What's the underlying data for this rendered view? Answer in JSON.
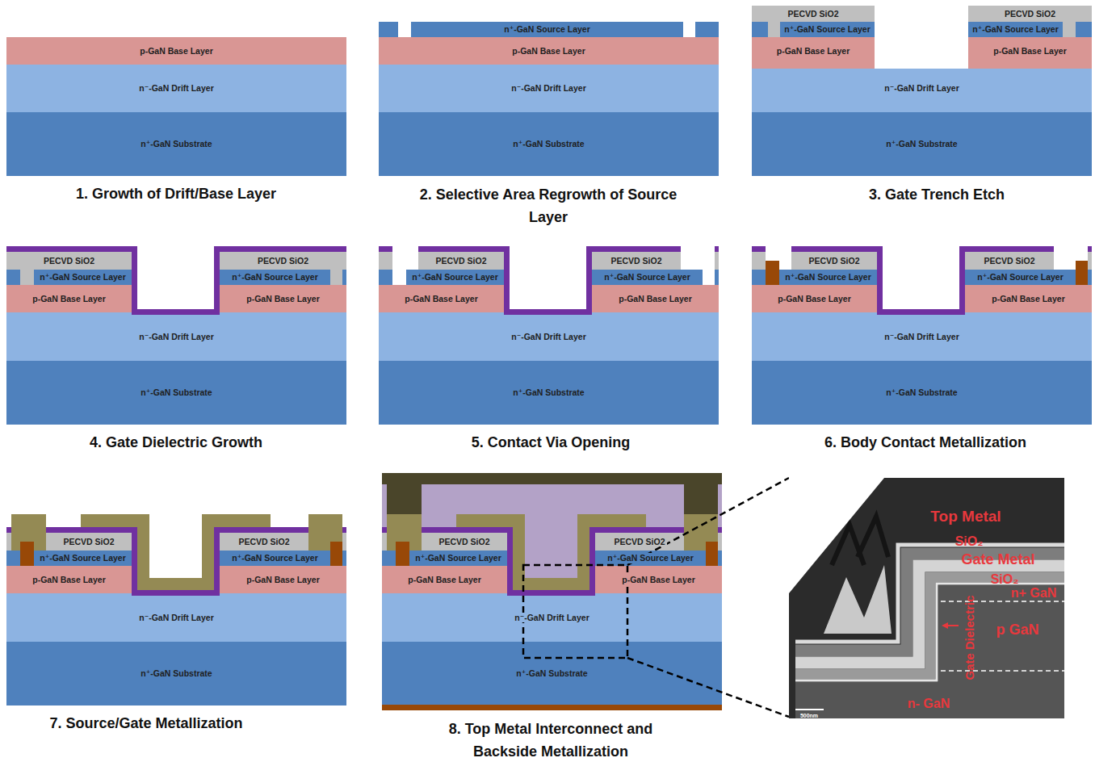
{
  "diagram": {
    "nodes": [
      {
        "text": [
          "p-GaN Base Layer"
        ]
      },
      {
        "text": [
          "n⁻-GaN Drift Layer"
        ]
      },
      {
        "text": [
          "n⁺-GaN Substrate"
        ]
      },
      {
        "text": [
          "n⁺-GaN Source Layer"
        ]
      },
      {
        "text": [
          "p-GaN Base Layer"
        ]
      },
      {
        "text": [
          "n⁻-GaN Drift Layer"
        ]
      },
      {
        "text": [
          "n⁺-GaN Substrate"
        ]
      },
      {
        "text": [
          "PECVD SiO2"
        ]
      },
      {
        "text": [
          "PECVD SiO2"
        ]
      },
      {
        "text": [
          "n⁺-GaN Source Layer"
        ]
      },
      {
        "text": [
          "n⁺-GaN Source Layer"
        ]
      },
      {
        "text": [
          "p-GaN Base Layer"
        ]
      },
      {
        "text": [
          "p-GaN Base Layer"
        ]
      },
      {
        "text": [
          "n⁻-GaN Drift Layer"
        ]
      },
      {
        "text": [
          "n⁺-GaN Substrate"
        ]
      },
      {
        "text": [
          "PECVD SiO2"
        ]
      },
      {
        "text": [
          "PECVD SiO2"
        ]
      },
      {
        "text": [
          "n⁺-GaN Source Layer"
        ]
      },
      {
        "text": [
          "n⁺-GaN Source Layer"
        ]
      },
      {
        "text": [
          "p-GaN Base Layer"
        ]
      },
      {
        "text": [
          "p-GaN Base Layer"
        ]
      },
      {
        "text": [
          "n⁻-GaN Drift Layer"
        ]
      },
      {
        "text": [
          "n⁺-GaN Substrate"
        ]
      },
      {
        "text": [
          "PECVD SiO2"
        ]
      },
      {
        "text": [
          "PECVD SiO2"
        ]
      },
      {
        "text": [
          "n⁺-GaN Source Layer"
        ]
      },
      {
        "text": [
          "n⁺-GaN Source Layer"
        ]
      },
      {
        "text": [
          "p-GaN Base Layer"
        ]
      },
      {
        "text": [
          "p-GaN Base Layer"
        ]
      },
      {
        "text": [
          "n⁻-GaN Drift Layer"
        ]
      },
      {
        "text": [
          "n⁺-GaN Substrate"
        ]
      },
      {
        "text": [
          "PECVD SiO2"
        ]
      },
      {
        "text": [
          "PECVD SiO2"
        ]
      },
      {
        "text": [
          "n⁺-GaN Source Layer"
        ]
      },
      {
        "text": [
          "n⁺-GaN Source Layer"
        ]
      },
      {
        "text": [
          "p-GaN Base Layer"
        ]
      },
      {
        "text": [
          "p-GaN Base Layer"
        ]
      },
      {
        "text": [
          "n⁻-GaN Drift Layer"
        ]
      },
      {
        "text": [
          "n⁺-GaN Substrate"
        ]
      },
      {
        "text": [
          "PECVD SiO2"
        ]
      },
      {
        "text": [
          "PECVD SiO2"
        ]
      },
      {
        "text": [
          "n⁺-GaN Source Layer"
        ]
      },
      {
        "text": [
          "n⁺-GaN Source Layer"
        ]
      },
      {
        "text": [
          "p-GaN Base Layer"
        ]
      },
      {
        "text": [
          "p-GaN Base Layer"
        ]
      },
      {
        "text": [
          "n⁻-GaN Drift Layer"
        ]
      },
      {
        "text": [
          "n⁺-GaN Substrate"
        ]
      },
      {
        "text": [
          "PECVD SiO2"
        ]
      },
      {
        "text": [
          "PECVD SiO2"
        ]
      },
      {
        "text": [
          "n⁺-GaN Source Layer"
        ]
      },
      {
        "text": [
          "n⁺-GaN Source Layer"
        ]
      },
      {
        "text": [
          "p-GaN Base Layer"
        ]
      },
      {
        "text": [
          "p-GaN Base Layer"
        ]
      },
      {
        "text": [
          "n⁻-GaN Drift Layer"
        ]
      },
      {
        "text": [
          "n⁺-GaN Substrate"
        ]
      }
    ],
    "labels": [
      "1. Growth of Drift/Base Layer",
      "2. Selective Area Regrowth of Source Layer",
      "3. Gate Trench Etch",
      "4. Gate Dielectric Growth",
      "5. Contact Via Opening",
      "6. Body Contact Metallization",
      "7. Source/Gate Metallization",
      "8. Top Metal Interconnect and Backside Metallization",
      "Top Metal",
      "SiO₂",
      "Gate Metal",
      "SiO₂",
      "n+ GaN",
      "p GaN",
      "Gate Dielectric",
      "n- GaN",
      "500nm"
    ]
  }
}
